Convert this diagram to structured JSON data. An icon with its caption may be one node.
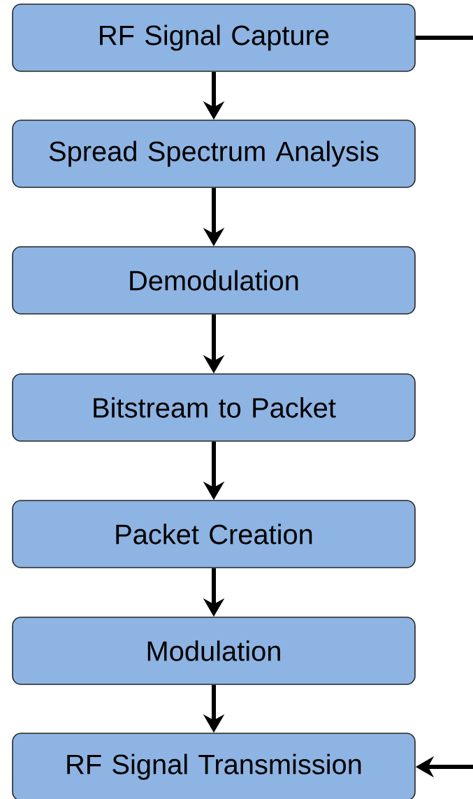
{
  "diagram": {
    "nodes": [
      {
        "text": [
          "RF Signal Capture"
        ]
      },
      {
        "text": [
          "Spread Spectrum Analysis"
        ]
      },
      {
        "text": [
          "Demodulation"
        ]
      },
      {
        "text": [
          "Bitstream to Packet"
        ]
      },
      {
        "text": [
          "Packet Creation"
        ]
      },
      {
        "text": [
          "Modulation"
        ]
      },
      {
        "text": [
          "RF Signal Transmission"
        ]
      }
    ],
    "edges": [
      {
        "from": 0,
        "to": 1,
        "arrow": "to"
      },
      {
        "from": 1,
        "to": 2,
        "arrow": "to"
      },
      {
        "from": 2,
        "to": 3,
        "arrow": "to"
      },
      {
        "from": 3,
        "to": 4,
        "arrow": "to"
      },
      {
        "from": 4,
        "to": 5,
        "arrow": "to"
      },
      {
        "from": 5,
        "to": 6,
        "arrow": "to"
      },
      {
        "from": 0,
        "to": null,
        "arrow": "none"
      },
      {
        "from": null,
        "to": 6,
        "arrow": "to"
      }
    ]
  }
}
